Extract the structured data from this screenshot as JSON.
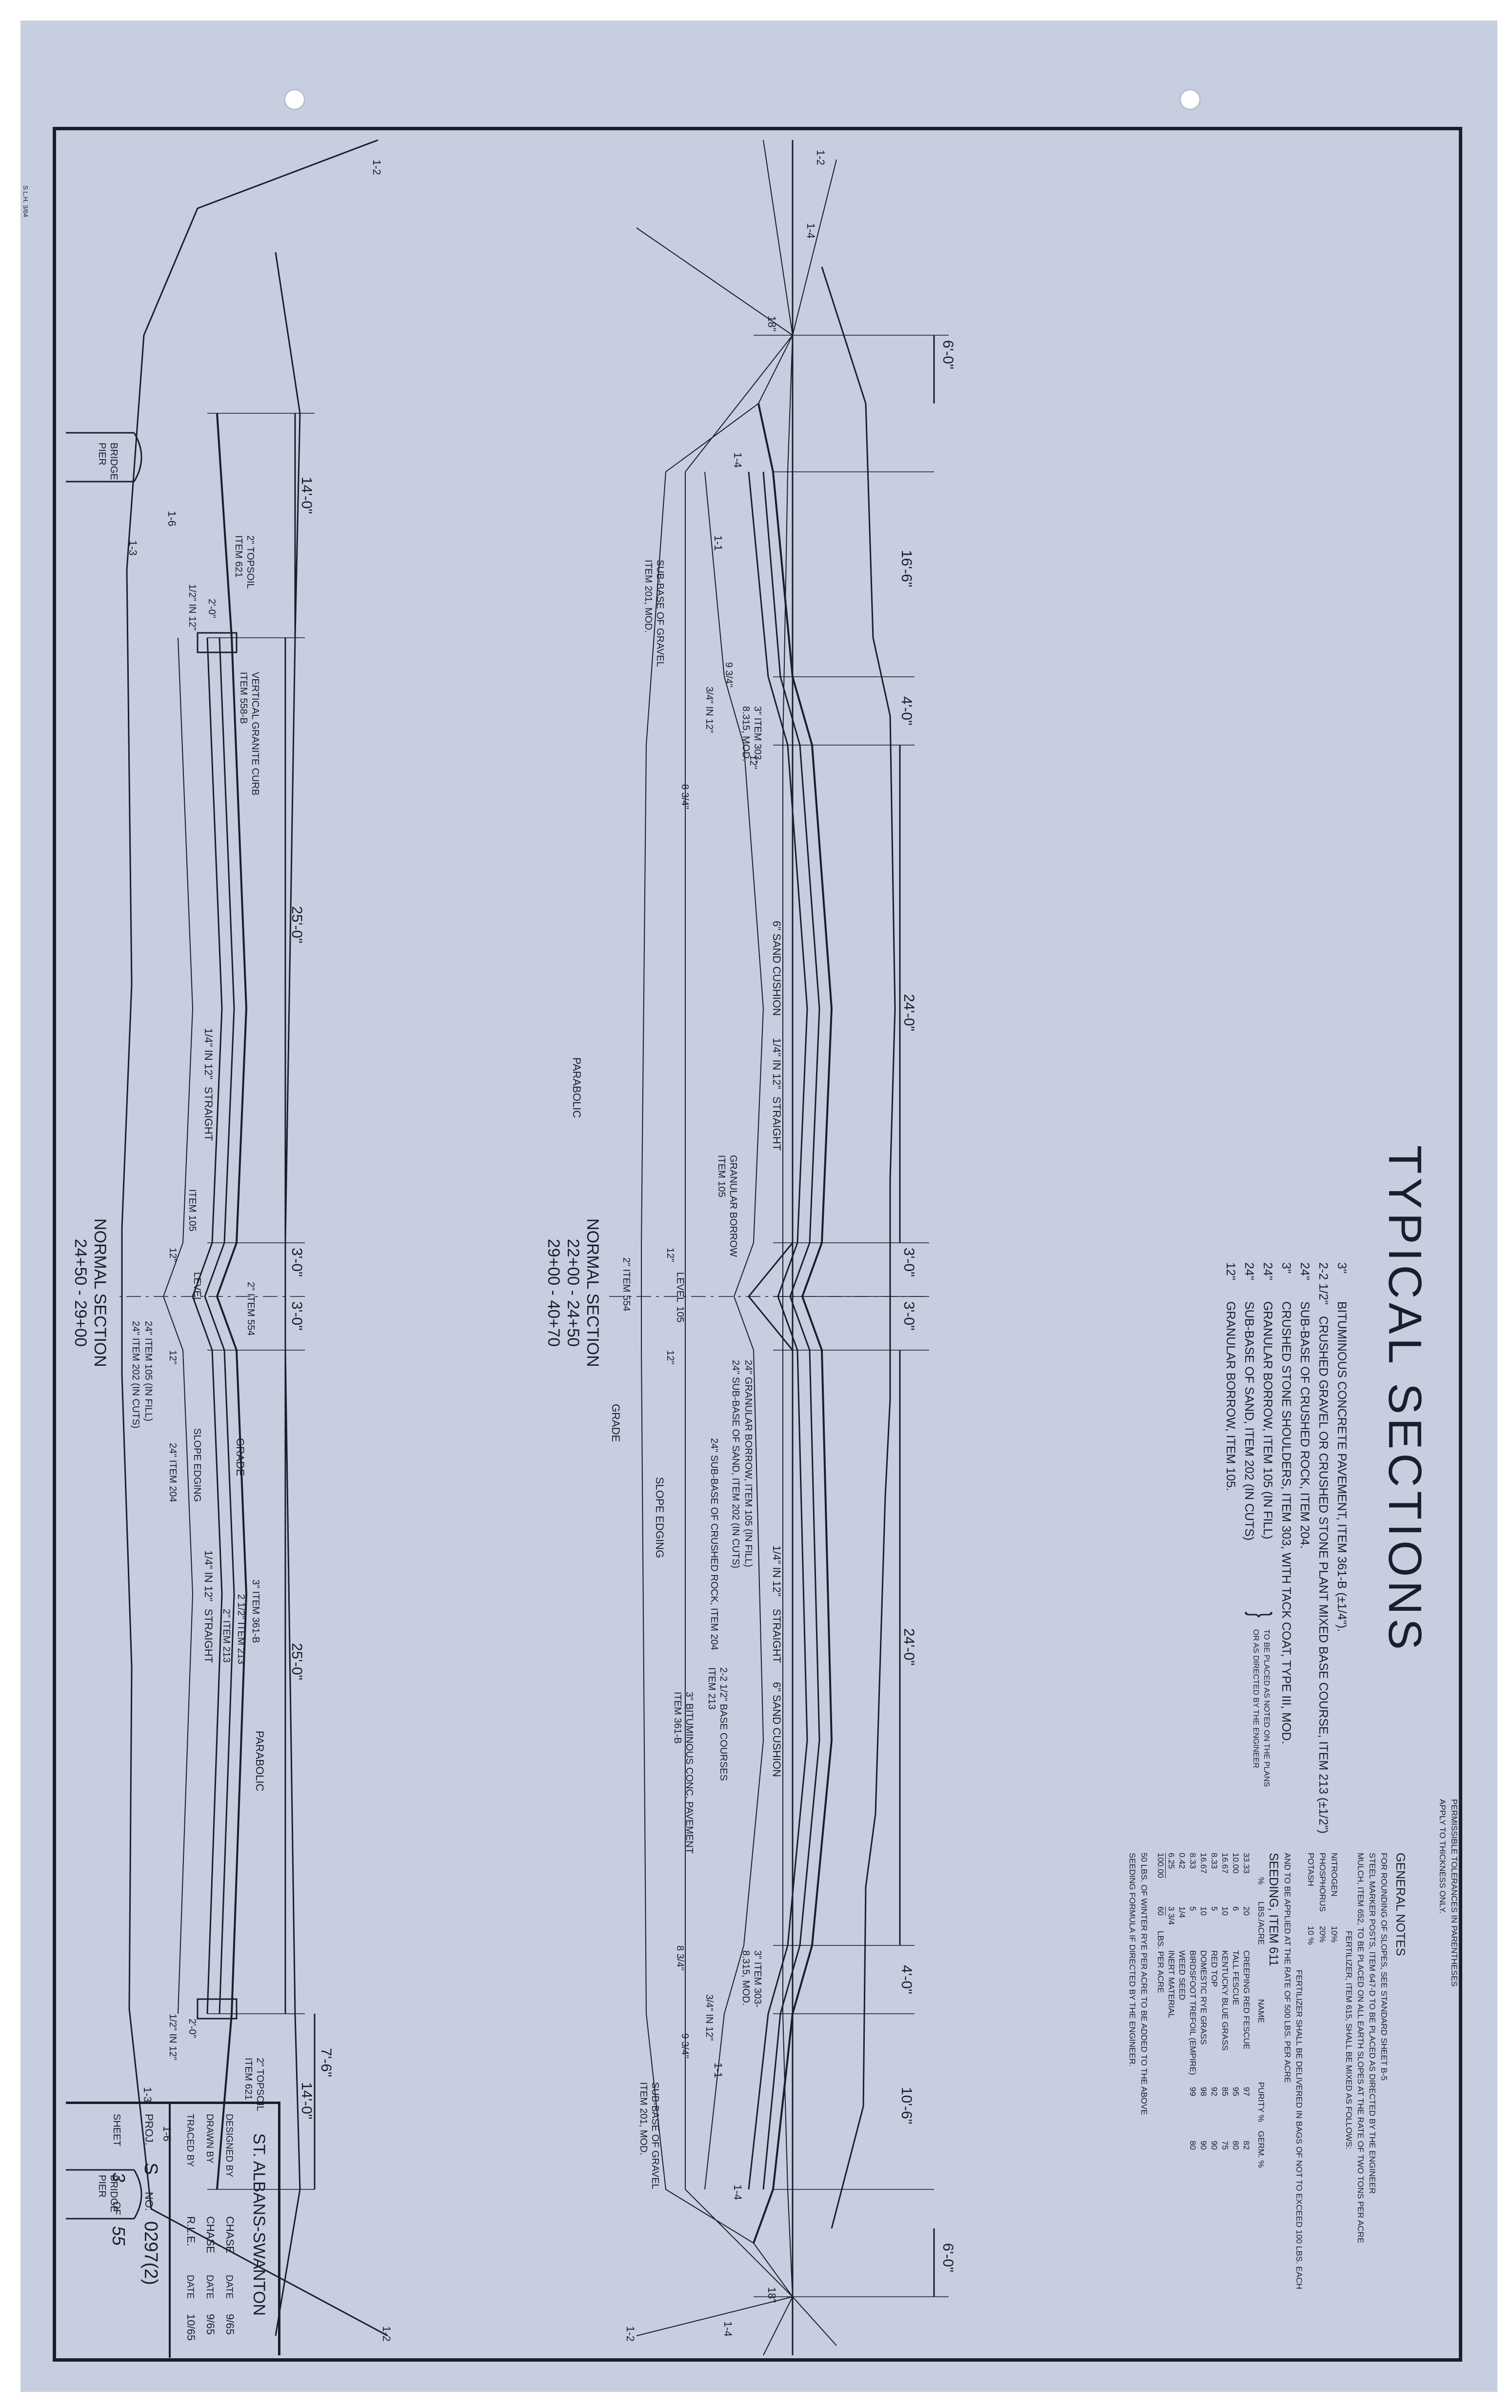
{
  "title": "TYPICAL SECTIONS",
  "tolerance_note": [
    "PERMISSIBLE TOLERANCES IN PARENTHESES",
    "APPLY TO THICKNESS ONLY."
  ],
  "legend": [
    {
      "depth": "3\"",
      "text": "BITUMINOUS CONCRETE PAVEMENT, ITEM 361-B (±1/4\")."
    },
    {
      "depth": "2-2 1/2\"",
      "text": "CRUSHED GRAVEL OR CRUSHED STONE PLANT MIXED BASE COURSE, ITEM 213 (±1/2\")"
    },
    {
      "depth": "24\"",
      "text": "SUB-BASE OF CRUSHED ROCK, ITEM 204."
    },
    {
      "depth": "3\"",
      "text": "CRUSHED STONE SHOULDERS, ITEM 303, WITH TACK COAT, TYPE III, MOD."
    },
    {
      "depth": "24\"",
      "text": "GRANULAR BORROW, ITEM 105 (IN FILL)"
    },
    {
      "depth": "24\"",
      "text": "SUB-BASE OF SAND, ITEM 202 (IN CUTS)"
    },
    {
      "depth": "12\"",
      "text": "GRANULAR BORROW, ITEM 105."
    }
  ],
  "legend_brace_note": [
    "TO BE PLACED AS NOTED ON THE PLANS",
    "OR AS DIRECTED BY THE ENGINEER"
  ],
  "general_notes": {
    "heading": "GENERAL NOTES",
    "lines": [
      "FOR ROUNDING OF SLOPES, SEE STANDARD SHEET B-5",
      "STEEL MARKER POSTS, ITEM 647-D TO BE PLACED AS DIRECTED BY THE ENGINEER",
      "MULCH, ITEM 652, TO BE PLACED ON ALL EARTH SLOPES AT THE RATE OF TWO TONS PER ACRE",
      "FERTILIZER, ITEM 615, SHALL BE MIXED AS FOLLOWS:"
    ],
    "fertilizer": [
      {
        "name": "NITROGEN",
        "pct": "10%"
      },
      {
        "name": "PHOSPHORUS",
        "pct": "20%"
      },
      {
        "name": "POTASH",
        "pct": "10 %"
      }
    ],
    "fertilizer_note": [
      "FERTILIZER SHALL BE DELIVERED IN BAGS OF NOT TO EXCEED 100 LBS. EACH",
      "AND TO BE APPLIED AT THE RATE OF 500 LBS. PER ACRE"
    ]
  },
  "seeding": {
    "heading": "SEEDING, ITEM 611",
    "columns": [
      "%",
      "LBS./ACRE",
      "NAME",
      "PURITY %",
      "GERM. %"
    ],
    "rows": [
      [
        "33.33",
        "20",
        "CREEPING RED FESCUE",
        "97",
        "82"
      ],
      [
        "10.00",
        "6",
        "TALL FESCUE",
        "95",
        "80"
      ],
      [
        "16.67",
        "10",
        "KENTUCKY BLUE GRASS",
        "85",
        "75"
      ],
      [
        "8.33",
        "5",
        "RED TOP",
        "92",
        "90"
      ],
      [
        "16.67",
        "10",
        "DOMESTIC RYE GRASS",
        "98",
        "90"
      ],
      [
        "8.33",
        "5",
        "BIRDSFOOT TREFOIL (EMPIRE)",
        "99",
        "80"
      ],
      [
        "0.42",
        "1/4",
        "WEED SEED",
        "",
        ""
      ],
      [
        "6.25",
        "3 3/4",
        "INERT MATERIAL",
        "",
        ""
      ],
      [
        "100.00",
        "60",
        "LBS. PER ACRE",
        "",
        ""
      ]
    ],
    "note": [
      "50 LBS. OF WINTER RYE PER ACRE TO BE ADDED TO THE ABOVE",
      "SEEDING FORMULA IF DIRECTED BY THE ENGINEER."
    ]
  },
  "upper_section": {
    "caption": [
      "NORMAL SECTION",
      "22+00 - 24+50",
      "29+00 - 40+70"
    ],
    "dims": [
      "6'-0\"",
      "16'-6\"",
      "4'-0\"",
      "24'-0\"",
      "3'-0\"",
      "3'-0\"",
      "24'-0\"",
      "4'-0\"",
      "10'-6\"",
      "6'-0\""
    ],
    "labels": {
      "slope_1_2_l": "1-2",
      "slope_1_4_l": "1-4",
      "dim_18_l": "18\"",
      "slope_1_4_l2": "1-4",
      "slope_1_1_l": "1-1",
      "subbase_gravel_l": [
        "SUB-BASE OF GRAVEL",
        "ITEM 201, MOD."
      ],
      "item303_l": [
        "3\" ITEM 303-",
        "8.315, MOD."
      ],
      "d934_l": "9 3/4\"",
      "d34in12_l": "3/4\" IN 12\"",
      "d12_l": "12\"",
      "d834_l": "8 3/4\"",
      "sand_cushion_l": "6\" SAND CUSHION",
      "d14in12_l": "1/4\" IN 12\"",
      "straight_l": "STRAIGHT",
      "parabolic": "PARABOLIC",
      "gran_borrow_105": [
        "GRANULAR BORROW",
        "ITEM 105"
      ],
      "d12_m1": "12\"",
      "level": "LEVEL",
      "d105": "105",
      "item554": "2\" ITEM 554",
      "d12_m2": "12\"",
      "grade": "GRADE",
      "gran_borrow_fill": "24\" GRANULAR BORROW, ITEM 105 (IN FILL)",
      "subbase_sand_cuts": "24\" SUB-BASE OF SAND, ITEM 202 (IN CUTS)",
      "subbase_rock": "24\" SUB-BASE OF CRUSHED ROCK, ITEM 204",
      "slope_edging": "SLOPE EDGING",
      "d14in12_r": "1/4\" IN 12\"",
      "straight_r": "STRAIGHT",
      "sand_cushion_r": "6\" SAND CUSHION",
      "bit_conc": [
        "3\" BITUMINOUS CONC. PAVEMENT",
        "ITEM 361-B"
      ],
      "base_courses": [
        "2-2 1/2\" BASE COURSES",
        "ITEM 213"
      ],
      "d834_r": "8 3/4\"",
      "item303_r": [
        "3\" ITEM 303-",
        "8.315, MOD."
      ],
      "d34in12_r": "3/4\" IN 12\"",
      "d934_r": "9 3/4\"",
      "slope_1_1_r": "1-1",
      "subbase_gravel_r": [
        "SUB-BASE OF GRAVEL",
        "ITEM 201, MOD."
      ],
      "slope_1_4_r": "1-4",
      "dim_18_r": "18\"",
      "slope_1_4_r2": "1-4",
      "slope_1_2_r": "1-2"
    }
  },
  "lower_section": {
    "caption": [
      "NORMAL SECTION",
      "24+50 - 29+00"
    ],
    "dims": [
      "14'-0\"",
      "25'-0\"",
      "3'-0\"",
      "3'-0\"",
      "25'-0\"",
      "7'-6\"",
      "14'-0\""
    ],
    "labels": {
      "slope_1_2_l": "1-2",
      "bridge_pier_l": [
        "BRIDGE",
        "PIER"
      ],
      "slope_1_6_l": "1-6",
      "slope_1_3_l": "1-3",
      "topsoil_l": [
        "2\" TOPSOIL",
        "ITEM 621"
      ],
      "d2in12_l": "1/2\" IN 12\"",
      "d20_l": "2'-0\"",
      "curb": [
        "VERTICAL GRANITE CURB",
        "ITEM 558-B"
      ],
      "d14in12_l": "1/4\" IN 12\"",
      "straight_l": "STRAIGHT",
      "item105": "ITEM 105",
      "d12_a": "12\"",
      "level": "LEVEL",
      "item554": "2\" ITEM 554",
      "d12_b": "12\"",
      "item105_fill": "24\" ITEM 105 (IN FILL)",
      "item202_cuts": "24\" ITEM 202 (IN CUTS)",
      "item204": "24\" ITEM 204",
      "slope_edging": "SLOPE EDGING",
      "grade": "GRADE",
      "d14in12_r": "1/4\" IN 12\"",
      "straight_r": "STRAIGHT",
      "item361": "3\" ITEM 361-B",
      "item213a": "2 1/2\" ITEM 213",
      "item213b": "2\" ITEM 213",
      "parabolic": "PARABOLIC",
      "d20_r": "2'-0\"",
      "d2in12_r": "1/2\" IN 12\"",
      "topsoil_r": [
        "2\" TOPSOIL",
        "ITEM 621"
      ],
      "bridge_pier_r": [
        "BRIDGE",
        "PIER"
      ],
      "slope_1_3_r": "1-3",
      "slope_1_6_r": "1-6",
      "slope_1_2_r": "1-2"
    }
  },
  "title_block": {
    "project": "ST. ALBANS-SWANTON",
    "rows": [
      {
        "label": "DESIGNED BY",
        "name": "CHASE",
        "date_label": "DATE",
        "date": "9/65"
      },
      {
        "label": "DRAWN BY",
        "name": "CHASE",
        "date_label": "DATE",
        "date": "9/65"
      },
      {
        "label": "TRACED BY",
        "name": "R.L.E.",
        "date_label": "DATE",
        "date": "10/65"
      }
    ],
    "proj_label": "PROJ.",
    "proj_letter": "S",
    "no_label": "NO.",
    "proj_no": "0297(2)",
    "sheet_label": "SHEET",
    "sheet_no": "3",
    "of_label": "OF",
    "sheet_total": "55"
  },
  "margin_stamp": "S.L.H. 3/64"
}
